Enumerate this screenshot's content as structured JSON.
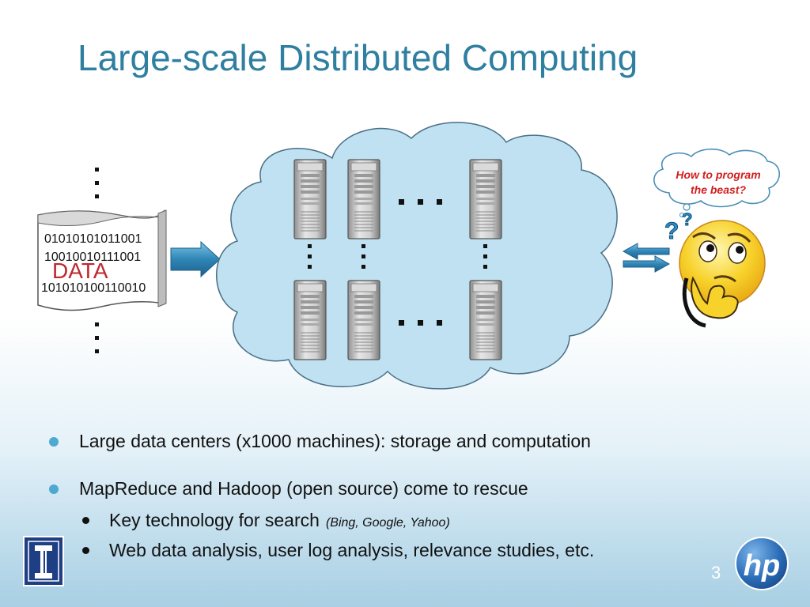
{
  "slide": {
    "title": "Large-scale Distributed Computing",
    "page_number": "3"
  },
  "data_sheet": {
    "binary_lines": [
      "01010101011001",
      "10010010111001",
      "101010100110010"
    ],
    "label": "DATA"
  },
  "thought_bubble": {
    "line1": "How to program",
    "line2": "the beast?"
  },
  "bullets": [
    {
      "text": "Large data centers (x1000 machines): storage and computation"
    },
    {
      "text": "MapReduce and Hadoop (open source) come to rescue",
      "subitems": [
        {
          "text": "Key technology for search",
          "note": "(Bing, Google, Yahoo)"
        },
        {
          "text": "Web data analysis, user log analysis, relevance studies, etc."
        }
      ]
    }
  ],
  "logos": {
    "right_logo_text": "hp"
  },
  "colors": {
    "title": "#2f7fa0",
    "cloud_fill": "#bfe1f1",
    "arrow": "#2f86b6",
    "data_label": "#c0272d",
    "bubble_text": "#d21f1f",
    "bullet_dot": "#4da9d1",
    "illinois_blue": "#1f3f84",
    "hp_blue": "#2a6db8",
    "smiley_yellow": "#f7d22b"
  }
}
